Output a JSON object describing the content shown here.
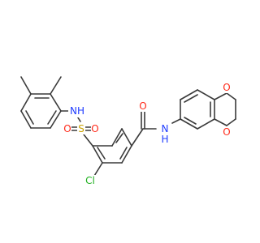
{
  "colors": {
    "bond": "#3a3a3a",
    "carbon": "#3a3a3a",
    "nitrogen": "#1f3cff",
    "oxygen": "#ff2a1a",
    "sulfur": "#c9a200",
    "chlorine": "#1fb01f"
  },
  "atoms": [
    {
      "id": "nh_sulfonamide",
      "label": "NH",
      "element": "N"
    },
    {
      "id": "s",
      "label": "S",
      "element": "S"
    },
    {
      "id": "o_s1",
      "label": "O",
      "element": "O"
    },
    {
      "id": "o_s2",
      "label": "O",
      "element": "O"
    },
    {
      "id": "cl",
      "label": "Cl",
      "element": "Cl"
    },
    {
      "id": "o_amide",
      "label": "O",
      "element": "O"
    },
    {
      "id": "n_amide",
      "label": "N",
      "element": "N"
    },
    {
      "id": "h_amide",
      "label": "H",
      "element": "N"
    },
    {
      "id": "o_ring1",
      "label": "O",
      "element": "O"
    },
    {
      "id": "o_ring2",
      "label": "O",
      "element": "O"
    }
  ]
}
